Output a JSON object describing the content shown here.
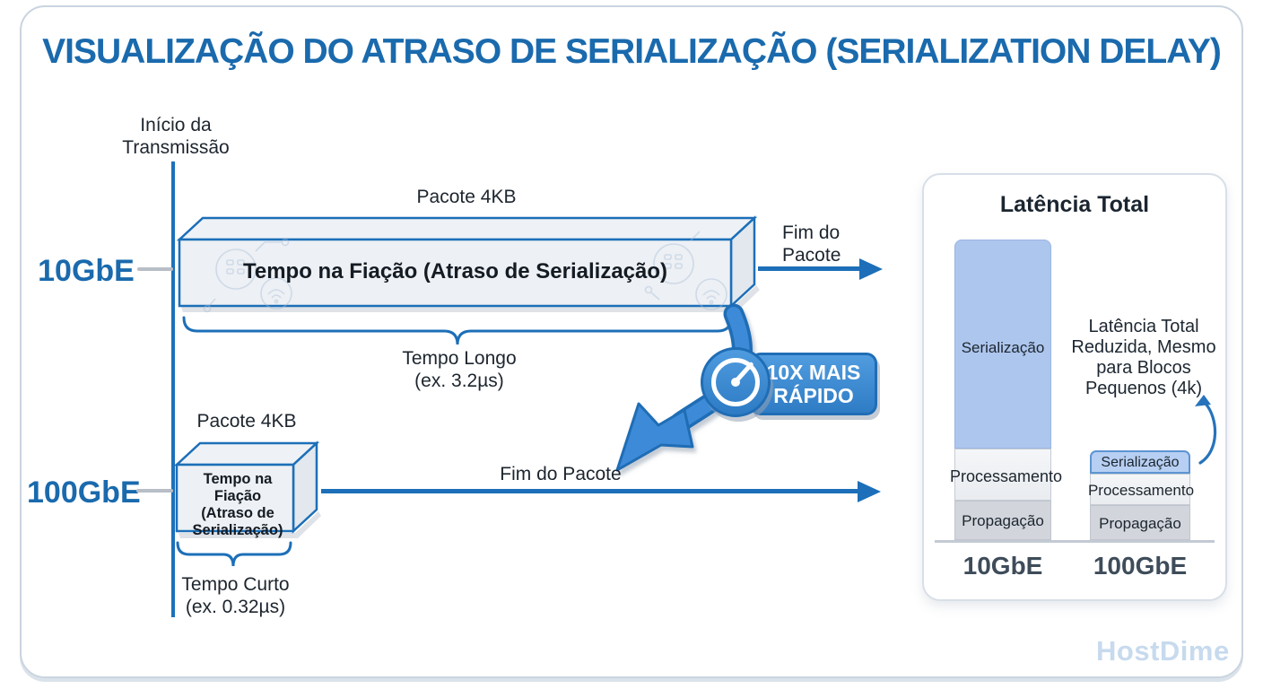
{
  "title": "VISUALIZAÇÃO DO ATRASO DE SERIALIZAÇÃO (SERIALIZATION DELAY)",
  "flow": {
    "start_label": "Início da\nTransmissão",
    "rows": [
      {
        "speed": "10GbE",
        "packet": "Pacote 4KB",
        "box": "Tempo na Fiação (Atraso de Serialização)",
        "end": "Fim do\nPacote",
        "brace": "Tempo Longo\n(ex. 3.2µs)"
      },
      {
        "speed": "100GbE",
        "packet": "Pacote 4KB",
        "box": "Tempo na Fiação\n(Atraso de\nSerialização)",
        "end": "Fim do Pacote",
        "brace": "Tempo Curto\n(ex. 0.32µs)"
      }
    ]
  },
  "badge": {
    "label": "10X MAIS\nRÁPIDO"
  },
  "panel": {
    "title": "Latência Total",
    "note": "Latência Total\nReduzida, Mesmo\npara Blocos\nPequenos (4k)",
    "bars": [
      {
        "name": "10GbE",
        "segments": [
          {
            "label": "Serialização"
          },
          {
            "label": "Processamento"
          },
          {
            "label": "Propagação"
          }
        ]
      },
      {
        "name": "100GbE",
        "segments": [
          {
            "label": "Serialização"
          },
          {
            "label": "Processamento"
          },
          {
            "label": "Propagação"
          }
        ]
      }
    ]
  },
  "chart_data": {
    "type": "bar",
    "stacked": true,
    "title": "Latência Total",
    "categories": [
      "10GbE",
      "100GbE"
    ],
    "series": [
      {
        "name": "Serialização",
        "values": [
          233,
          26
        ],
        "example_times": [
          "3.2µs",
          "0.32µs"
        ]
      },
      {
        "name": "Processamento",
        "values": [
          58,
          35
        ]
      },
      {
        "name": "Propagação",
        "values": [
          44,
          39
        ]
      }
    ],
    "value_unit": "relative visual height (px), no numeric axis shown",
    "legend_position": "labels inside segments",
    "annotation": "Latência Total Reduzida, Mesmo para Blocos Pequenos (4k)"
  },
  "watermark": "HostDime",
  "colors": {
    "accent_blue": "#1a6aad",
    "line_blue": "#1c6fb8",
    "badge_blue": "#3d8bd8",
    "bar_serialization": "#adc6ee",
    "bar_processing": "#eef1f4",
    "bar_propagation": "#d2d6dc"
  }
}
